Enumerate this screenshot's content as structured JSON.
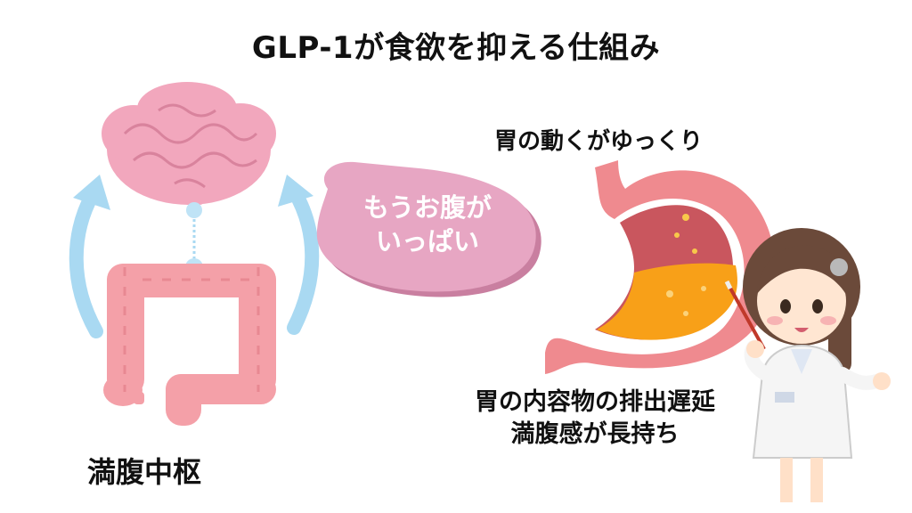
{
  "title": "GLP-1が食欲を抑える仕組み",
  "speech_bubble": {
    "line1": "もうお腹が",
    "line2": "いっぱい"
  },
  "stomach_caption": "胃の動くがゆっくり",
  "center_label": "満腹中枢",
  "note": {
    "line1": "胃の内容物の排出遅延",
    "line2": "満腹感が長持ち"
  },
  "colors": {
    "brain": "#f2a7bd",
    "intestine": "#f4a0a8",
    "arrow": "#a9d9f2",
    "bubble": "#e7a6c3",
    "stomach_outer": "#ef8a8f",
    "stomach_contents": "#f8a018"
  }
}
